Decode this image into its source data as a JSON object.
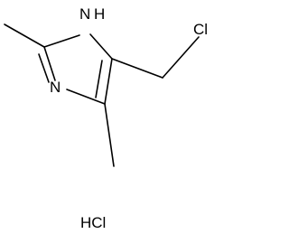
{
  "molecule": {
    "atoms": {
      "nh": "N",
      "nh_h": "H",
      "n": "N",
      "cl": "Cl",
      "salt": "HCl"
    }
  }
}
